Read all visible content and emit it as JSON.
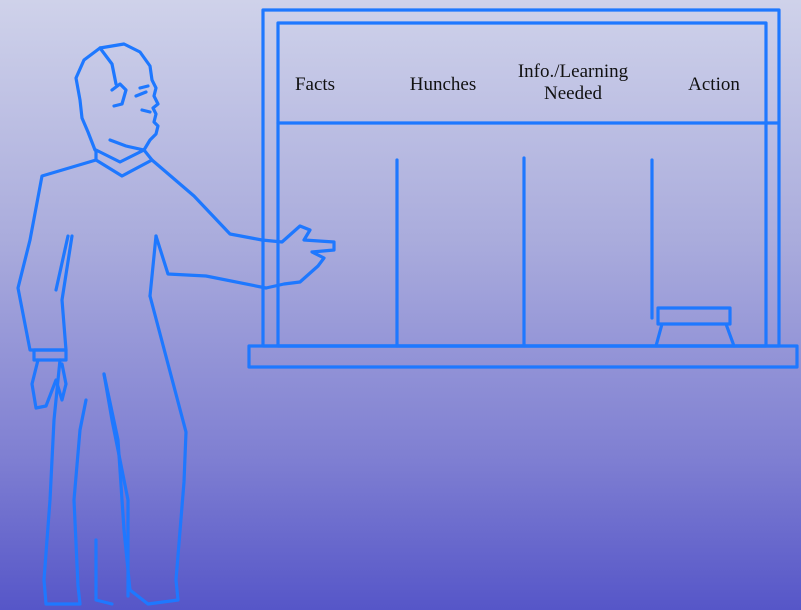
{
  "board": {
    "columns": [
      {
        "label": "Facts"
      },
      {
        "label": "Hunches"
      },
      {
        "label": "Info./Learning\nNeeded"
      },
      {
        "label": "Action"
      }
    ],
    "line_color": "#1e78ff"
  }
}
